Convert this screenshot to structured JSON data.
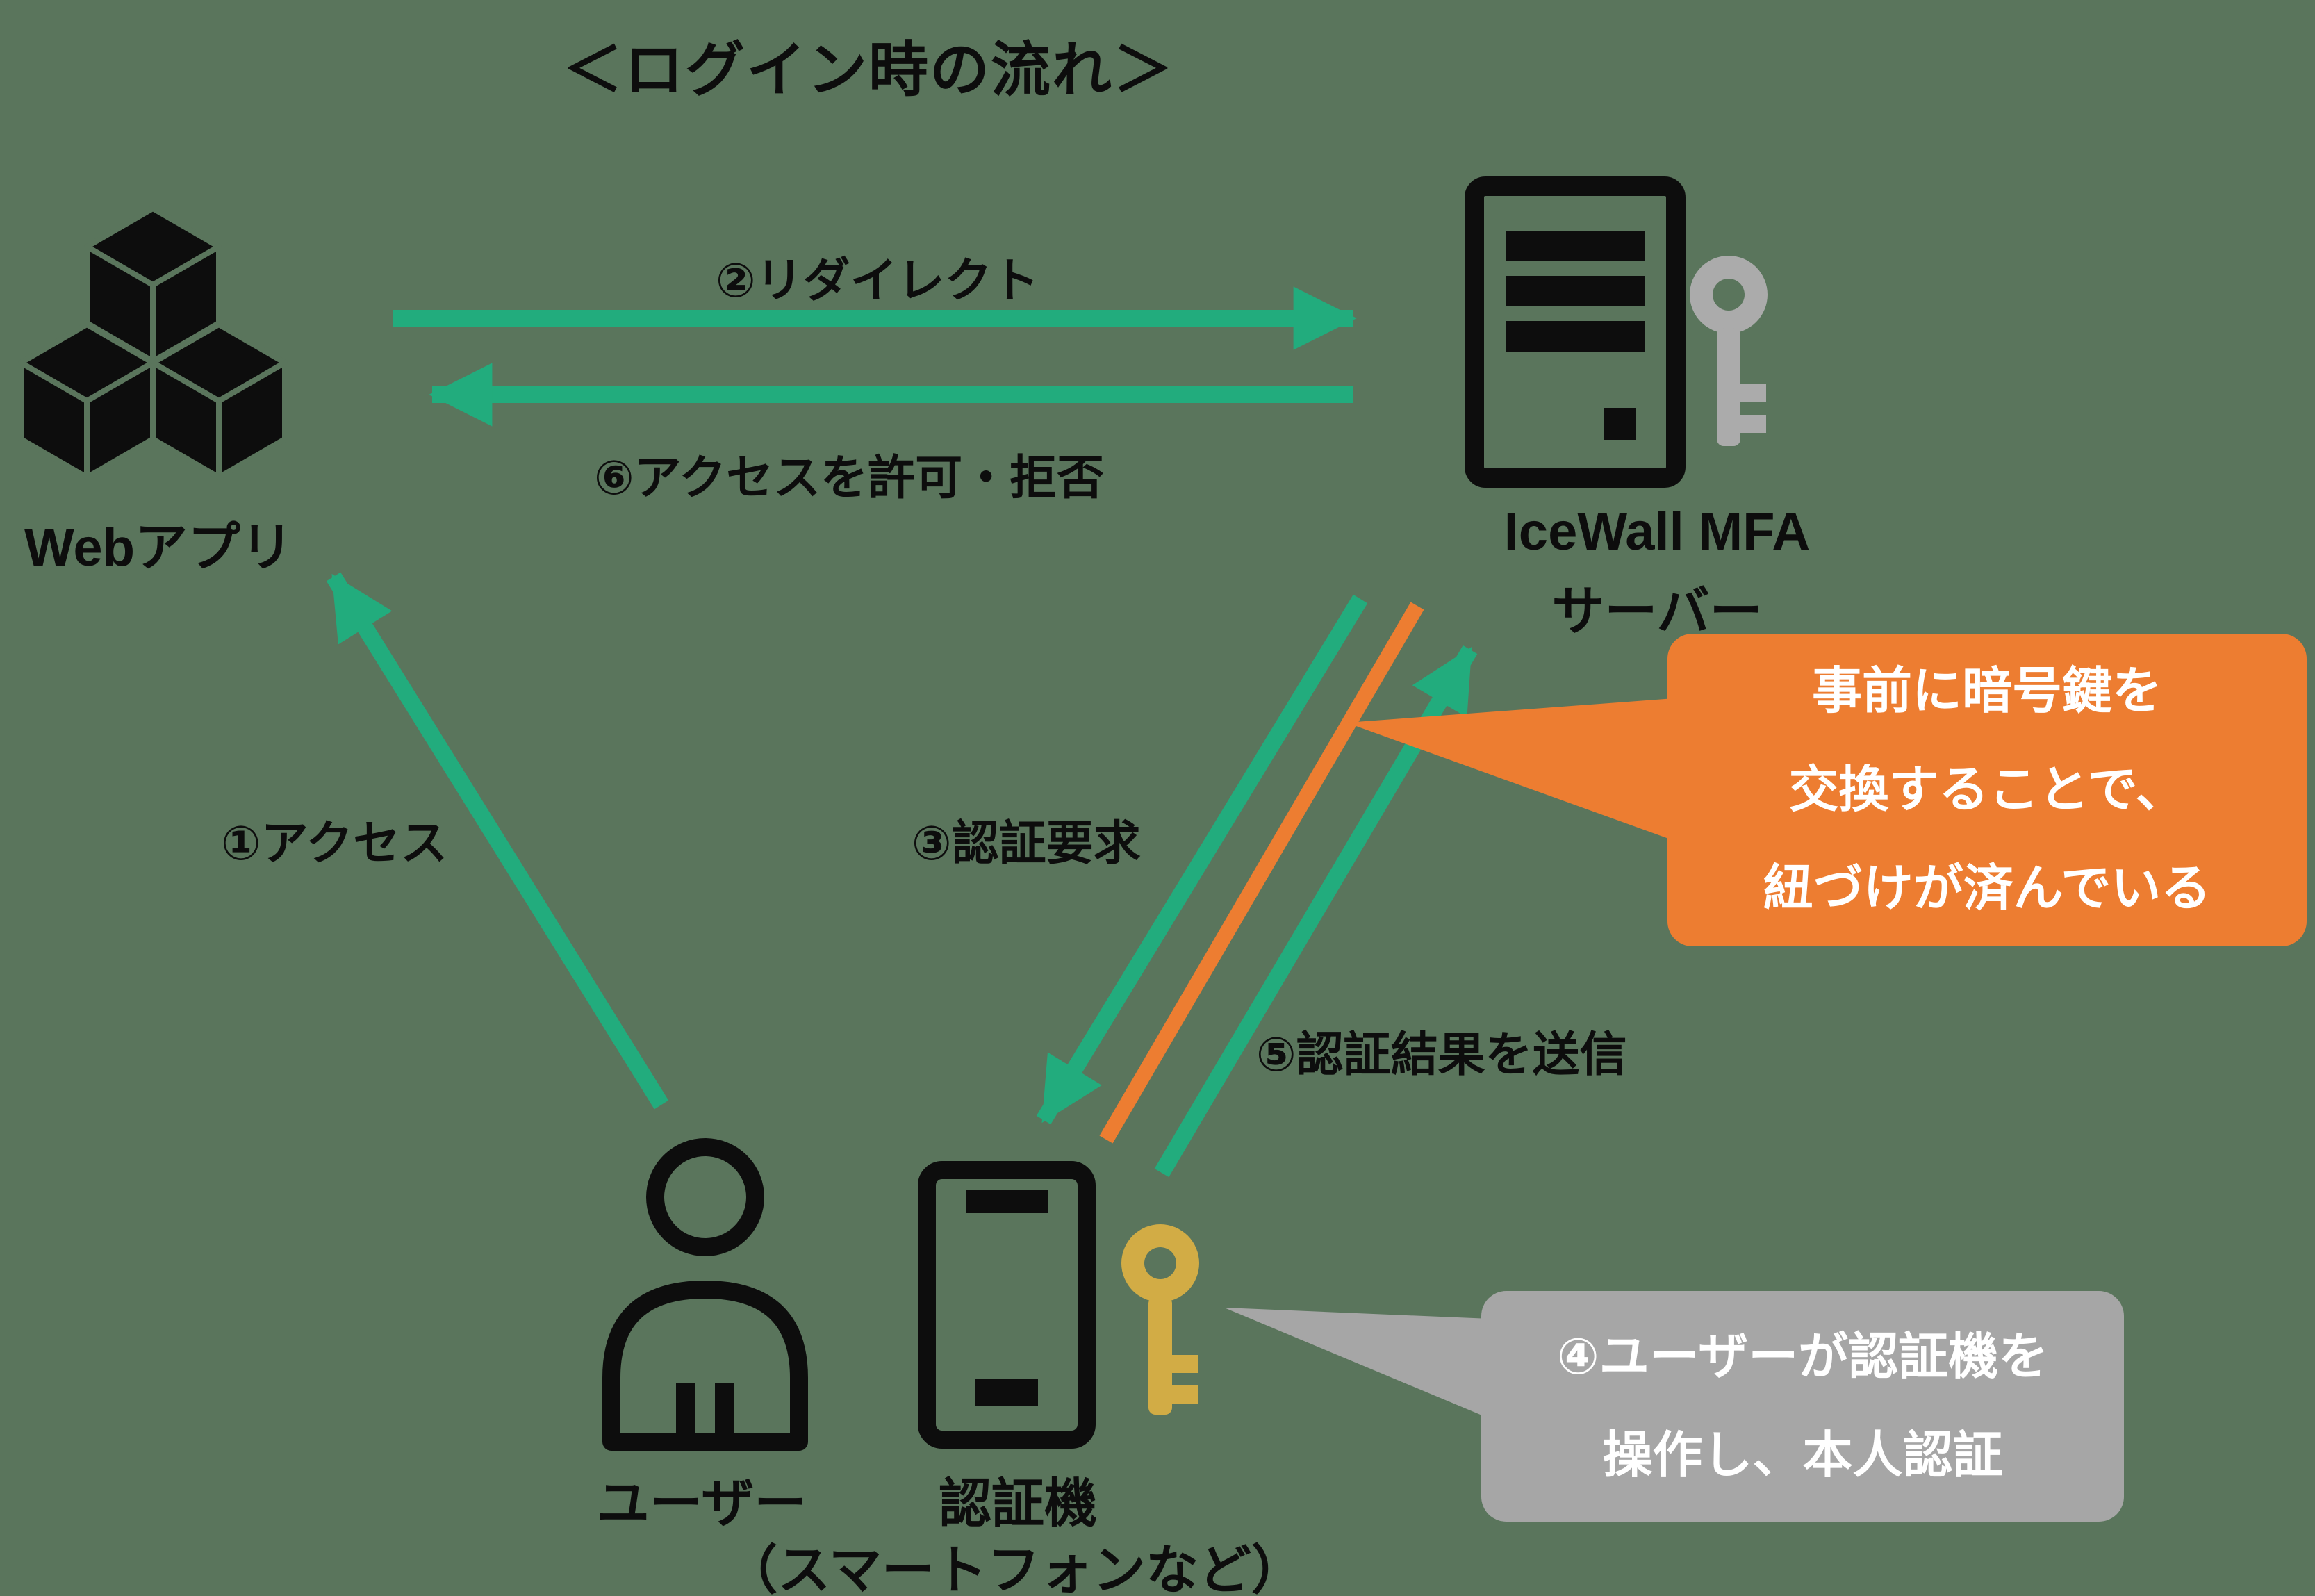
{
  "title": "＜ログイン時の流れ＞",
  "nodes": {
    "webapp": {
      "label": "Webアプリ",
      "icon": "cubes-icon"
    },
    "server": {
      "label_line1": "IceWall MFA",
      "label_line2": "サーバー",
      "icon": "server-icon",
      "key_icon": "gray-key-icon"
    },
    "user": {
      "label": "ユーザー",
      "icon": "person-icon"
    },
    "authenticator": {
      "label_line1": "認証機",
      "label_line2": "（スマートフォンなど）",
      "icon": "smartphone-icon",
      "key_icon": "gold-key-icon"
    }
  },
  "arrows": {
    "access": {
      "label": "①アクセス",
      "from": "user",
      "to": "webapp"
    },
    "redirect": {
      "label": "②リダイレクト",
      "from": "webapp",
      "to": "server"
    },
    "auth_request": {
      "label": "③認証要求",
      "from": "server",
      "to": "authenticator"
    },
    "auth_result": {
      "label": "⑤認証結果を送信",
      "from": "authenticator",
      "to": "server"
    },
    "allow_deny": {
      "label": "⑥アクセスを許可・拒否",
      "from": "server",
      "to": "webapp"
    }
  },
  "link_line": {
    "name": "pre-exchanged-key-link",
    "color": "#ED7D31",
    "between": [
      "server",
      "authenticator"
    ]
  },
  "callouts": {
    "key_exchange": {
      "lines": [
        "事前に暗号鍵を",
        "交換することで、",
        "紐づけが済んでいる"
      ],
      "color": "#ED7D31",
      "points_to": "pre-exchanged-key-link"
    },
    "user_auth": {
      "lines": [
        "④ユーザーが認証機を",
        "操作し、本人認証"
      ],
      "color": "#A6A6A6",
      "points_to": "gold-key-icon"
    }
  },
  "colors": {
    "background": "#5A755C",
    "arrow_green": "#22AC7D",
    "callout_orange": "#ED7D31",
    "callout_gray": "#A6A6A6",
    "gold_key": "#D2AC45",
    "gray_key": "#ABABAB",
    "icon_black": "#0D0D0D",
    "label_text": "#0D0D0D",
    "callout_text": "#FFFFFF"
  }
}
